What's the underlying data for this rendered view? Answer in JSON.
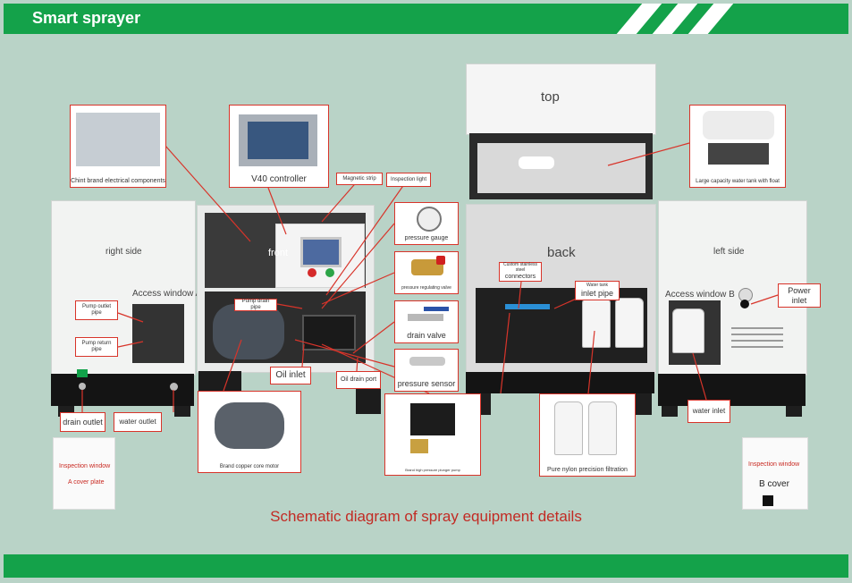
{
  "header": {
    "title": "Smart sprayer"
  },
  "caption": "Schematic diagram of spray equipment details",
  "views": {
    "top": "top",
    "back": "back",
    "front": "front",
    "right_side": "right side",
    "left_side": "left side"
  },
  "labels": {
    "chint": "Chint brand electrical components",
    "controller": "V40 controller",
    "magnetic_strip": "Magnetic strip",
    "inspection_light": "Inspection light",
    "pressure_gauge": "pressure gauge",
    "pressure_regulating_valve": "pressure regulating valve",
    "drain_valve": "drain valve",
    "pressure_sensor": "pressure sensor",
    "pump_drain_pipe": "Pump drain pipe",
    "oil_inlet": "Oil inlet",
    "oil_drain_port": "Oil drain port",
    "motor": "Brand copper core motor",
    "pump": "Brand high pressure plunger pump",
    "access_window_a": "Access window A",
    "access_window_b": "Access window B",
    "pump_outlet_pipe": "Pump outlet pipe",
    "pump_return_pipe": "Pump return pipe",
    "drain_outlet": "drain outlet",
    "water_outlet": "water outlet",
    "inspection_window_a": "Inspection window",
    "a_cover_plate": "A cover plate",
    "inspection_window_b": "Inspection window",
    "b_cover": "B cover",
    "large_tank": "Large capacity water tank with float",
    "custom_stainless_steel": "Custom stainless steel",
    "connectors": "connectors",
    "water_tank": "Water tank",
    "inlet_pipe": "inlet pipe",
    "filtration": "Pure nylon precision filtration",
    "power_inlet": "Power inlet",
    "water_inlet": "water inlet"
  },
  "colors": {
    "header": "#14a24a",
    "background": "#b9d3c7",
    "callout": "#d8342a",
    "caption": "#c22b24"
  }
}
